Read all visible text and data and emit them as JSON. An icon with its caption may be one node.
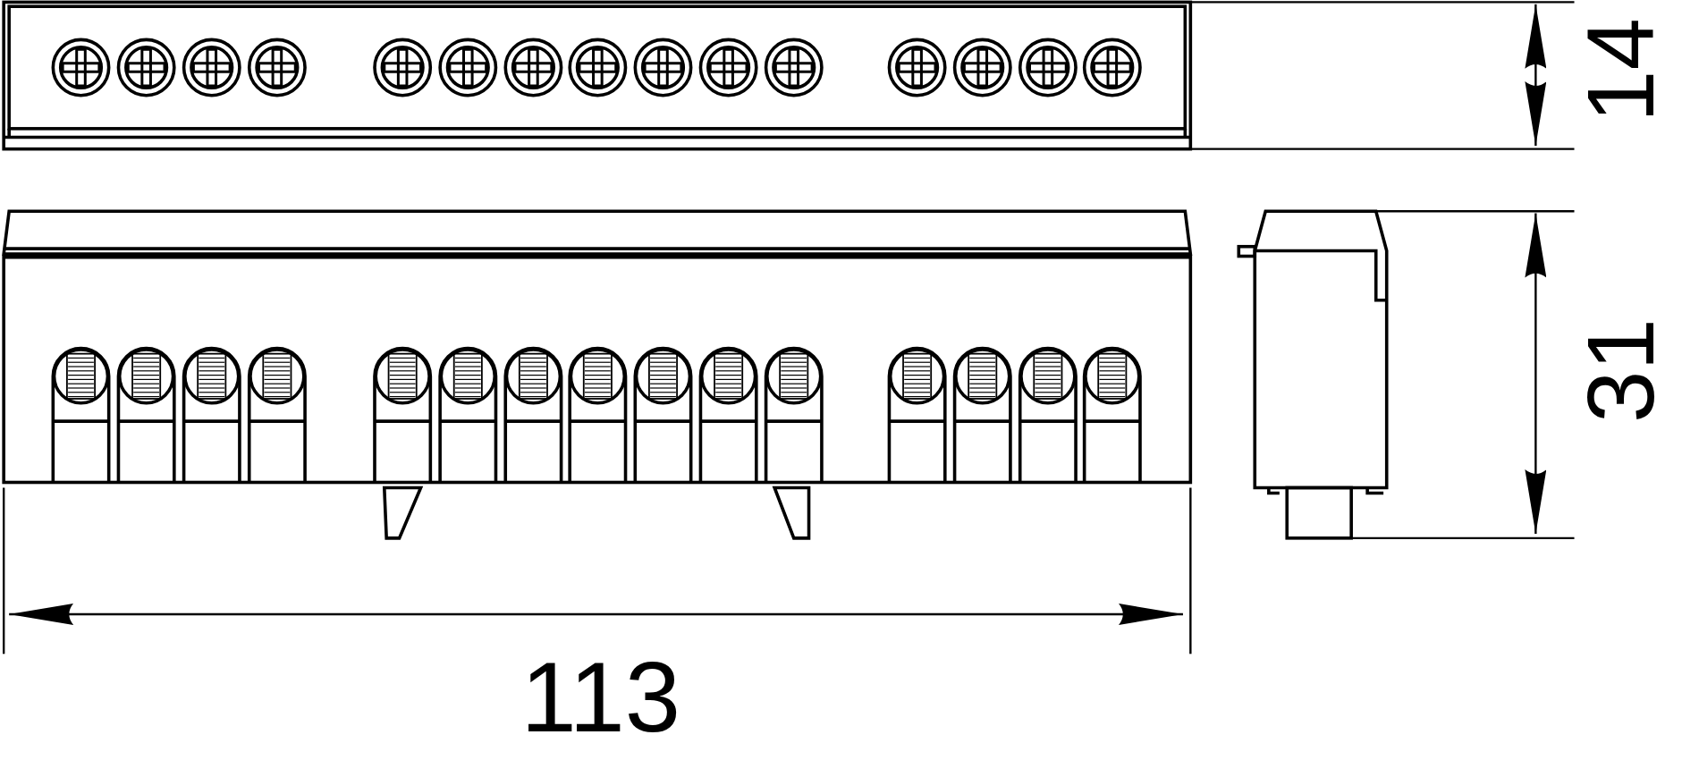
{
  "diagram": {
    "labels": [
      "14",
      "31",
      "113"
    ]
  }
}
